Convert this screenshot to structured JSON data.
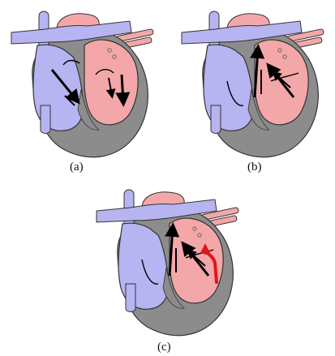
{
  "panels": [
    {
      "id": "a",
      "caption": "(a)"
    },
    {
      "id": "b",
      "caption": "(b)"
    },
    {
      "id": "c",
      "caption": "(c)"
    }
  ],
  "colors": {
    "right_heart": "#b7b4f2",
    "left_heart": "#f4a7a8",
    "wall": "#8c8c8c",
    "outline": "#333333",
    "arrow": "#000000",
    "highlight_arrow": "#e0161b"
  }
}
